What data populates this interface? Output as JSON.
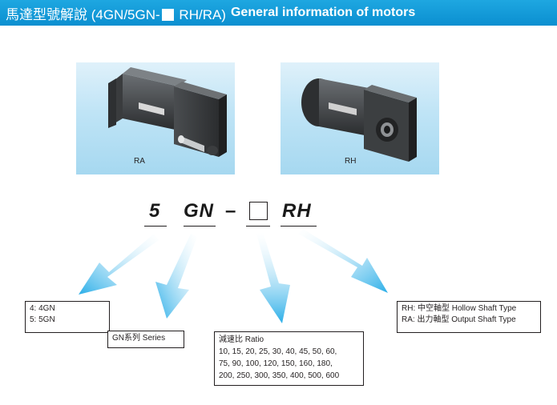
{
  "header": {
    "title_cn_prefix": "馬達型號解說 (4GN/5GN-",
    "title_cn_suffix": " RH/RA)",
    "title_en": "General information of motors"
  },
  "photos": [
    {
      "label": "RA"
    },
    {
      "label": "RH"
    }
  ],
  "model_code": {
    "part1": "5",
    "part2": "GN",
    "dash": "–",
    "part4": "RH"
  },
  "boxes": {
    "size": {
      "line1": "4: 4GN",
      "line2": "5: 5GN"
    },
    "series": {
      "text": "GN系列 Series"
    },
    "ratio": {
      "title": "減速比 Ratio",
      "line1": "10, 15, 20, 25, 30, 40, 45, 50, 60,",
      "line2": "75, 90, 100, 120, 150, 160, 180,",
      "line3": "200, 250, 300, 350, 400, 500, 600"
    },
    "shaft": {
      "line1": "RH: 中空軸型 Hollow Shaft Type",
      "line2": "RA: 出力軸型 Output Shaft Type"
    }
  },
  "colors": {
    "header_bg": "#0b8fd0",
    "arrow": "#2aaee8",
    "photo_bg": "#bfe4f6"
  }
}
